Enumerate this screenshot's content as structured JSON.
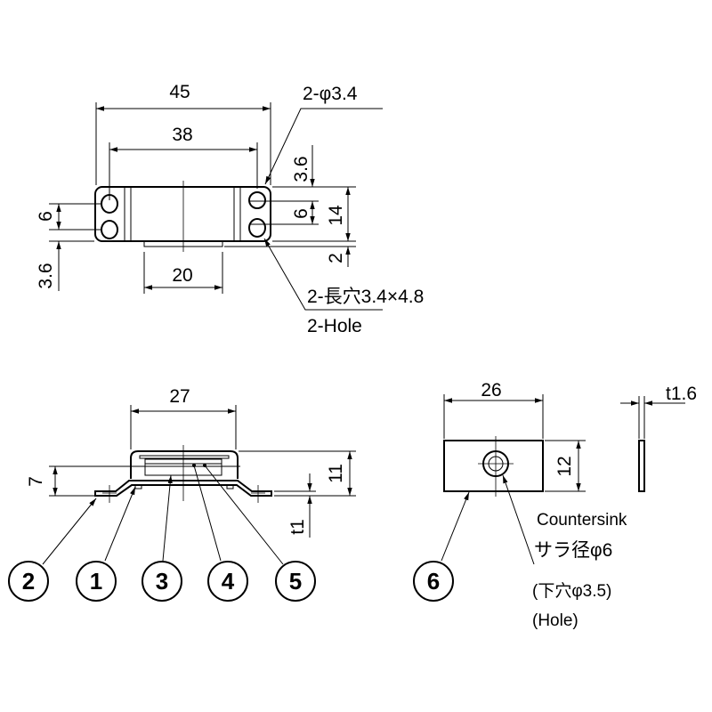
{
  "top_view": {
    "dim_overall_width": "45",
    "dim_hole_pitch": "38",
    "dim_round_hole": "2-φ3.4",
    "dim_top_offset": "3.6",
    "dim_hole_spacing_right": "6",
    "dim_height": "14",
    "dim_tab": "2",
    "dim_hole_spacing_left": "6",
    "dim_bottom_offset": "3.6",
    "dim_tab_width": "20",
    "slot_hole_label": "2-長穴3.4×4.8",
    "slot_hole_label_en": "2-Hole"
  },
  "side_view": {
    "dim_body_width": "27",
    "dim_flange_height": "7",
    "dim_total_height": "11",
    "dim_thickness": "t1",
    "balloons": [
      "2",
      "1",
      "3",
      "4",
      "5"
    ]
  },
  "plate_view": {
    "dim_width": "26",
    "dim_height": "12",
    "dim_thickness": "t1.6",
    "countersink_label": "Countersink",
    "countersink_jp": "サラ径φ6",
    "hole_jp": "(下穴φ3.5)",
    "hole_en": "(Hole)",
    "balloon": "6"
  }
}
